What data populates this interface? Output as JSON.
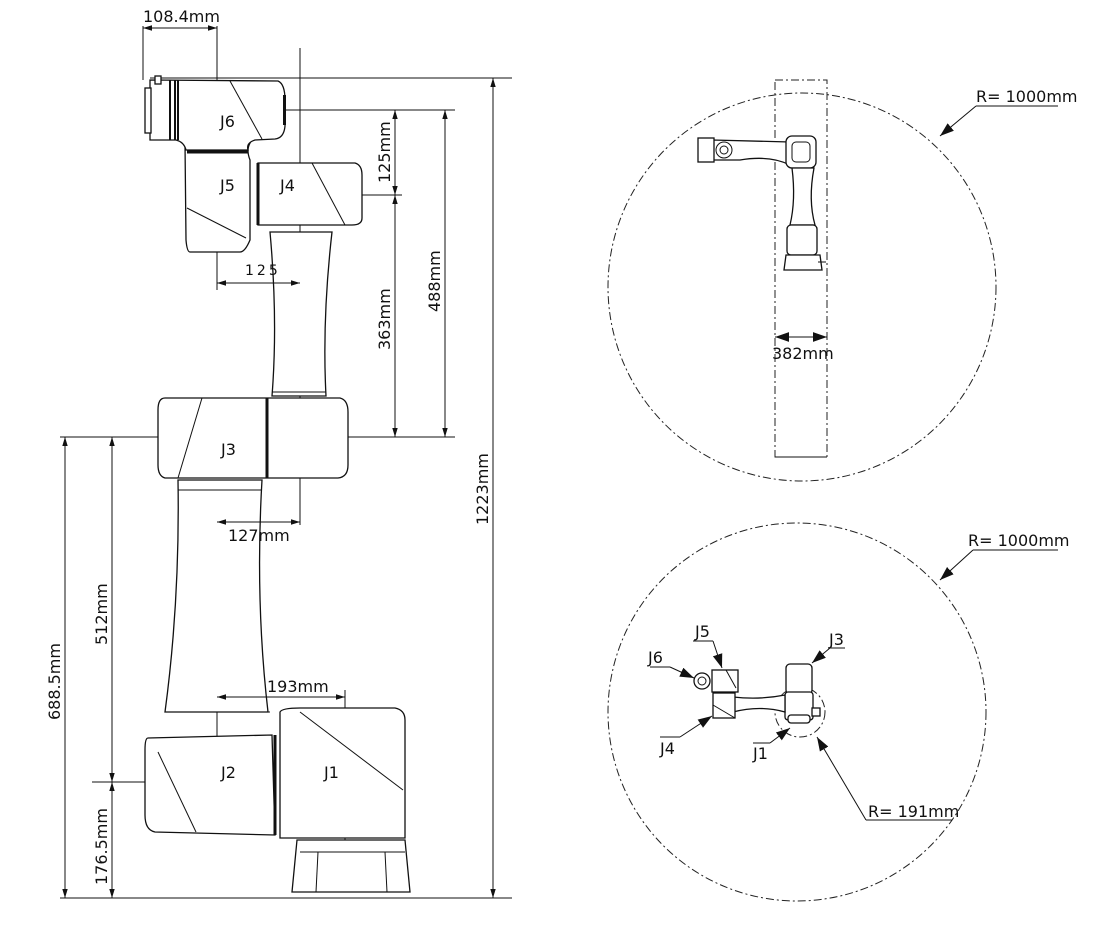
{
  "side_view": {
    "joint_labels": {
      "j1": "J1",
      "j2": "J2",
      "j3": "J3",
      "j4": "J4",
      "j5": "J5",
      "j6": "J6"
    },
    "dimensions": {
      "flange_offset": "108.4mm",
      "wrist_offset": "125",
      "j5_j4": "125mm",
      "j4_j3": "363mm",
      "j6_j3": "488mm",
      "total_height": "1223mm",
      "elbow_offset": "127mm",
      "shoulder_offset": "193mm",
      "upper_arm": "512mm",
      "j3_height": "688.5mm",
      "base_height": "176.5mm"
    }
  },
  "top_view_1": {
    "radius_label": "R= 1000mm",
    "width_label": "382mm"
  },
  "top_view_2": {
    "radius_label": "R= 1000mm",
    "inner_radius_label": "R= 191mm",
    "joint_labels": {
      "j1": "J1",
      "j3": "J3",
      "j4": "J4",
      "j5": "J5",
      "j6": "J6"
    }
  }
}
